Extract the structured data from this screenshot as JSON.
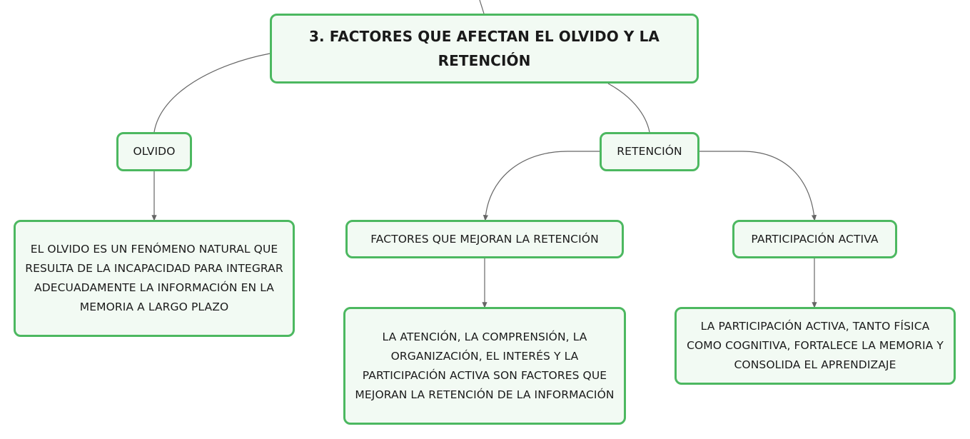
{
  "mindmap": {
    "central": "3. FACTORES QUE AFECTAN EL OLVIDO Y LA RETENCIÓN",
    "olvido": {
      "label": "OLVIDO",
      "description": "EL OLVIDO ES UN FENÓMENO NATURAL QUE RESULTA DE LA INCAPACIDAD PARA INTEGRAR ADECUADAMENTE LA INFORMACIÓN EN LA MEMORIA A LARGO PLAZO"
    },
    "retencion": {
      "label": "RETENCIÓN",
      "factores": {
        "label": "FACTORES QUE MEJORAN LA RETENCIÓN",
        "description": "LA ATENCIÓN, LA COMPRENSIÓN, LA ORGANIZACIÓN, EL INTERÉS Y LA PARTICIPACIÓN ACTIVA SON FACTORES QUE MEJORAN LA RETENCIÓN DE LA INFORMACIÓN"
      },
      "participacion": {
        "label": "PARTICIPACIÓN ACTIVA",
        "description": "LA PARTICIPACIÓN ACTIVA, TANTO FÍSICA COMO COGNITIVA, FORTALECE LA MEMORIA Y CONSOLIDA EL APRENDIZAJE"
      }
    }
  },
  "colors": {
    "node_border": "#4cb860",
    "node_fill": "#f2faf3",
    "connector": "#666666",
    "text": "#1a1a1a"
  }
}
